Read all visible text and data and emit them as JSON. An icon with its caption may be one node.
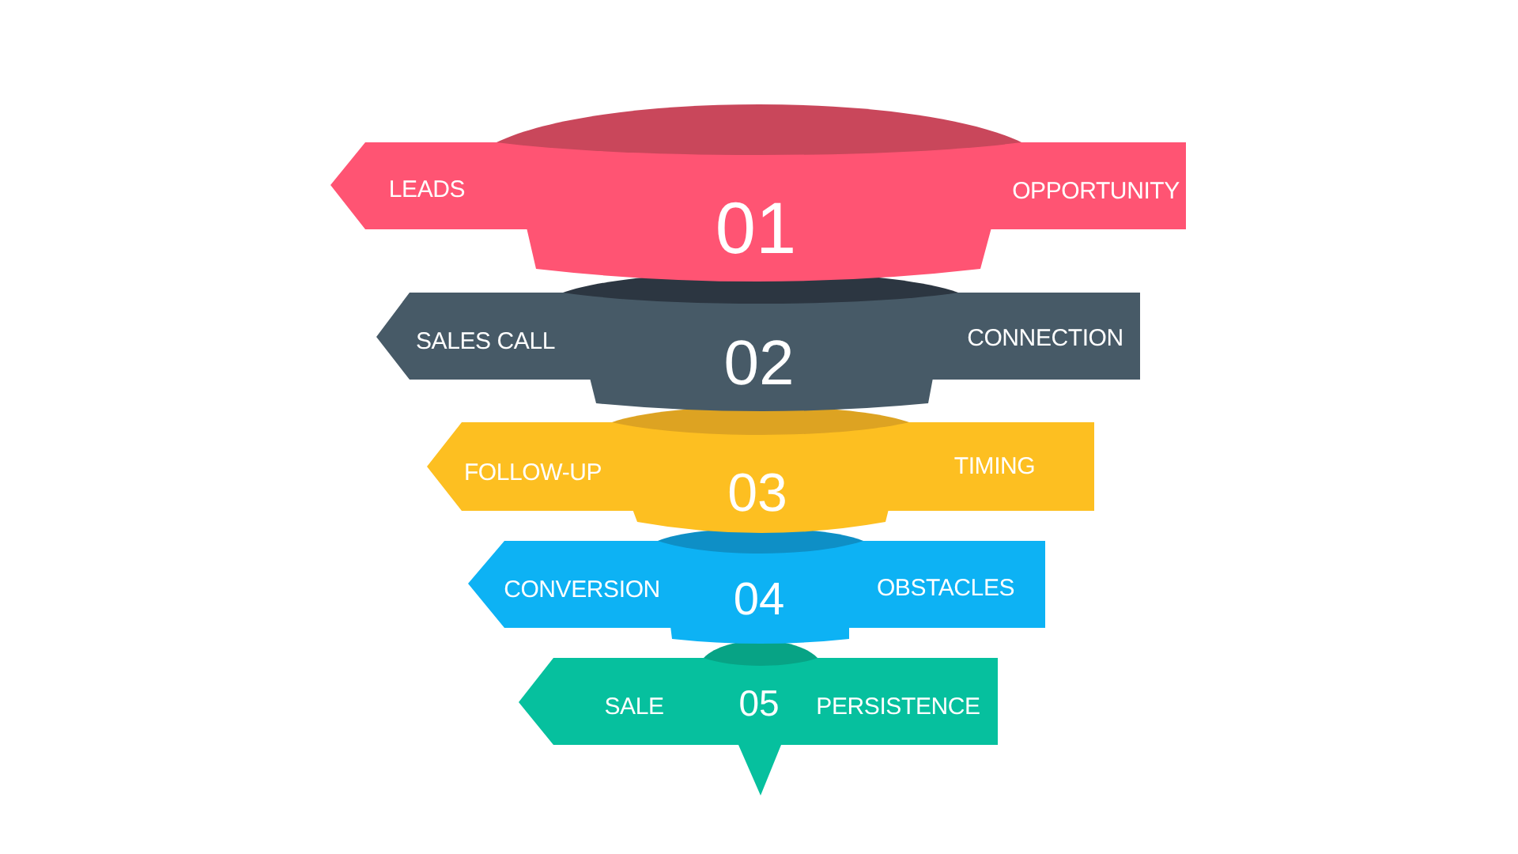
{
  "diagram": {
    "nodes": [
      {
        "text": [
          "LEADS",
          "01",
          "OPPORTUNITY"
        ]
      },
      {
        "text": [
          "SALES CALL",
          "02",
          "CONNECTION"
        ]
      },
      {
        "text": [
          "FOLLOW-UP",
          "03",
          "TIMING"
        ]
      },
      {
        "text": [
          "CONVERSION",
          "04",
          "OBSTACLES"
        ]
      },
      {
        "text": [
          "SALE",
          "05",
          "PERSISTENCE"
        ]
      }
    ]
  }
}
